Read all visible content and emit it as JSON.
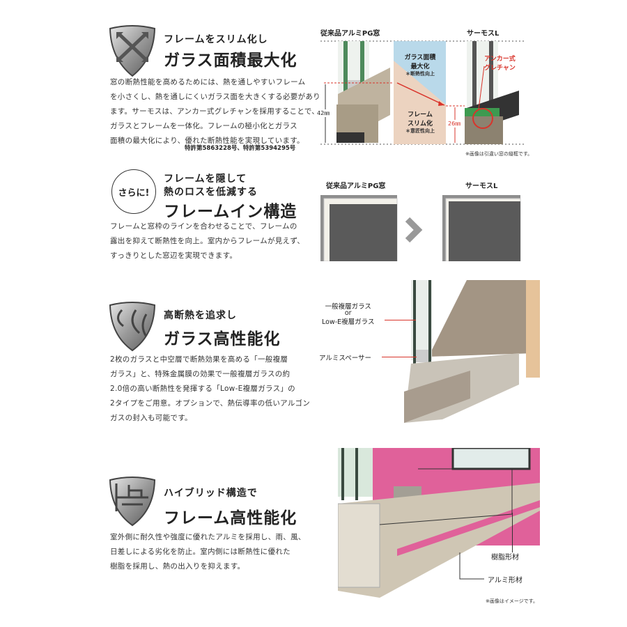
{
  "section1": {
    "icon": "shield-arrows-icon",
    "subtitle": "フレームをスリム化し",
    "title": "ガラス面積最大化",
    "body": [
      "窓の断熱性能を高めるためには、熱を通しやすいフレーム",
      "を小さくし、熱を通しにくいガラス面を大きくする必要があり",
      "ます。サーモスは、アンカー式グレチャンを採用することで、",
      "ガラスとフレームを一体化。フレームの極小化とガラス",
      "面積の最大化により、優れた断熱性能を実現しています。"
    ],
    "patent": "特許第5863228号、特許第5394295号",
    "diagram": {
      "left_label": "従来品アルミPG窓",
      "right_label": "サーモスL",
      "glass_label": [
        "ガラス面積",
        "最大化"
      ],
      "glass_note": "＊断熱性向上",
      "frame_label": [
        "フレーム",
        "スリム化"
      ],
      "frame_note": "＊意匠性向上",
      "anchor_label": [
        "アンカー式",
        "グレチャン"
      ],
      "left_dim": "42㎜",
      "right_dim": "26㎜",
      "note": "※画像は引違い窓の縦框です。",
      "colors": {
        "glass_area": "#b9d9ea",
        "frame_area": "#ecd3c0",
        "accent": "#d9342b"
      }
    }
  },
  "section2": {
    "badge": "さらに!",
    "subtitle": [
      "フレームを隠して",
      "熱のロスを低減する"
    ],
    "title": "フレームイン構造",
    "body": [
      "フレームと窓枠のラインを合わせることで、フレームの",
      "露出を抑えて断熱性を向上。室内からフレームが見えず、",
      "すっきりとした窓辺を実現できます。"
    ],
    "diagram": {
      "left_label": "従来品アルミPG窓",
      "right_label": "サーモスL",
      "arrow_icon": "chevron-right-icon"
    }
  },
  "section3": {
    "icon": "shield-waves-icon",
    "subtitle": "高断熱を追求し",
    "title": "ガラス高性能化",
    "body": [
      "2枚のガラスと中空層で断熱効果を高める「一般複層",
      "ガラス」と、特殊金属膜の効果で一般複層ガラスの約",
      "2.0倍の高い断熱性を発揮する「Low-E複層ガラス」の",
      "2タイプをご用意。オプションで、熱伝導率の低いアルゴン",
      "ガスの封入も可能です。"
    ],
    "diagram": {
      "glass_label": [
        "一般複層ガラス",
        "or",
        "Low-E複層ガラス"
      ],
      "spacer_label": "アルミスペーサー"
    }
  },
  "section4": {
    "icon": "shield-grid-icon",
    "subtitle": "ハイブリッド構造で",
    "title": "フレーム高性能化",
    "body": [
      "室外側に耐久性や強度に優れたアルミを採用し、雨、風、",
      "日差しによる劣化を防止。室内側には断熱性に優れた",
      "樹脂を採用し、熱の出入りを抑えます。"
    ],
    "diagram": {
      "resin_label": "樹脂形材",
      "aluminum_label": "アルミ形材",
      "note": "※画像はイメージです。",
      "colors": {
        "resin": "#e0619a",
        "aluminum": "#cfc6b4"
      }
    }
  }
}
